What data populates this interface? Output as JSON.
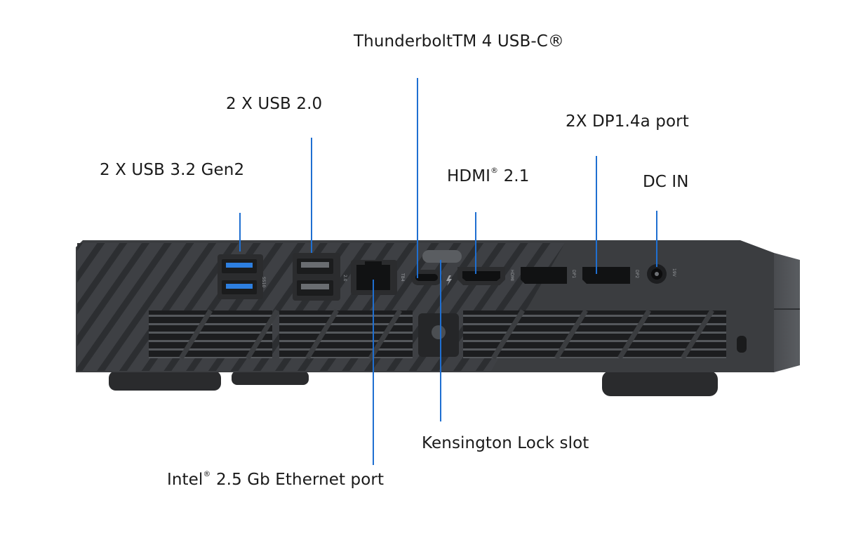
{
  "callouts": {
    "usb32": {
      "text": "2 X USB 3.2 Gen2"
    },
    "usb20": {
      "text": "2 X USB 2.0"
    },
    "thunderbolt": {
      "text": "ThunderboltTM 4 USB-C®"
    },
    "hdmi": {
      "main": "HDMI",
      "sup": "®",
      "rest": " 2.1"
    },
    "dp": {
      "text": "2X DP1.4a port"
    },
    "dcin": {
      "text": "DC IN"
    },
    "kensington": {
      "text": "Kensington Lock slot"
    },
    "ethernet": {
      "main": "Intel",
      "sup": "®",
      "rest": " 2.5 Gb Ethernet port"
    }
  },
  "port_markings": {
    "usb32": "SS10",
    "usb20": "2.0",
    "tb": "TB4",
    "hdmi": "HDMI",
    "dp1": "DP1",
    "dp2": "DP2",
    "dc": "19V"
  },
  "colors": {
    "leader": "#1f6fd1",
    "usb32_accent": "#2d7fe0",
    "chassis": "#3b3d40"
  }
}
